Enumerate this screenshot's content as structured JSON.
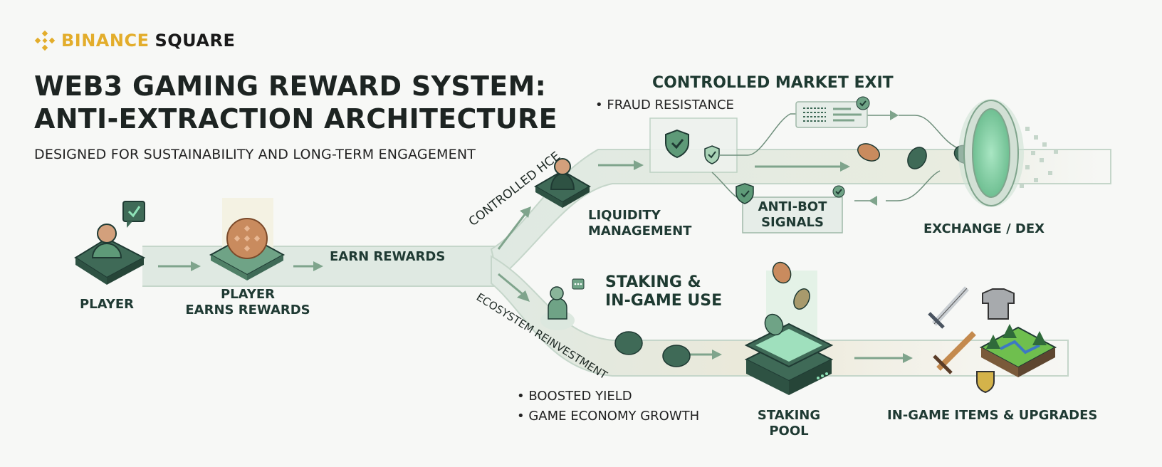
{
  "brand": {
    "icon": "binance-diamond-icon",
    "name_primary": "BINANCE",
    "name_secondary": "SQUARE",
    "accent_color": "#e3ad2b"
  },
  "header": {
    "title_line1": "WEB3 GAMING REWARD SYSTEM:",
    "title_line2": "ANTI-EXTRACTION ARCHITECTURE",
    "subtitle": "DESIGNED FOR SUSTAINABILITY AND LONG-TERM ENGAGEMENT"
  },
  "nodes": {
    "player": {
      "label": "PLAYER",
      "icon": "player-avatar-icon",
      "badge_icon": "check-bubble-icon"
    },
    "player_earns": {
      "label_line1": "PLAYER",
      "label_line2": "EARNS REWARDS",
      "icon": "binance-coin-icon"
    },
    "earn_rewards": {
      "label": "EARN REWARDS"
    },
    "liquidity": {
      "label_line1": "LIQUIDITY",
      "label_line2": "MANAGEMENT",
      "icon": "user-platform-icon"
    },
    "market_exit": {
      "label": "CONTROLLED MARKET EXIT",
      "bullet": "FRAUD RESISTANCE",
      "icons": [
        "shield-check-icon",
        "document-list-icon"
      ]
    },
    "anti_bot": {
      "label_line1": "ANTI-BOT",
      "label_line2": "SIGNALS",
      "icon": "shield-check-icon"
    },
    "exchange": {
      "label": "EXCHANGE / DEX",
      "icon": "portal-icon"
    },
    "staking_use": {
      "label_line1": "STAKING &",
      "label_line2": "IN-GAME USE",
      "icon": "user-chat-icon"
    },
    "staking_pool": {
      "label": "STAKING POOL",
      "icon": "staking-server-icon"
    },
    "in_game_items": {
      "label": "IN-GAME ITEMS & UPGRADES",
      "icons": [
        "sword-icon",
        "armor-icon",
        "axe-icon",
        "land-tile-icon",
        "shield-icon"
      ]
    }
  },
  "paths": {
    "upper": "CONTROLLED HCE",
    "lower": "ECOSYSTEM REINVESTMENT"
  },
  "bullets_lower": [
    "BOOSTED YIELD",
    "GAME ECONOMY GROWTH"
  ],
  "colors": {
    "flow": "#dfe9e2",
    "flow_edge": "#b9cfc0",
    "node_green": "#3f6a57",
    "node_light": "#6fa386",
    "coin_bronze": "#c98b5e",
    "text_dark": "#1f3a33"
  }
}
